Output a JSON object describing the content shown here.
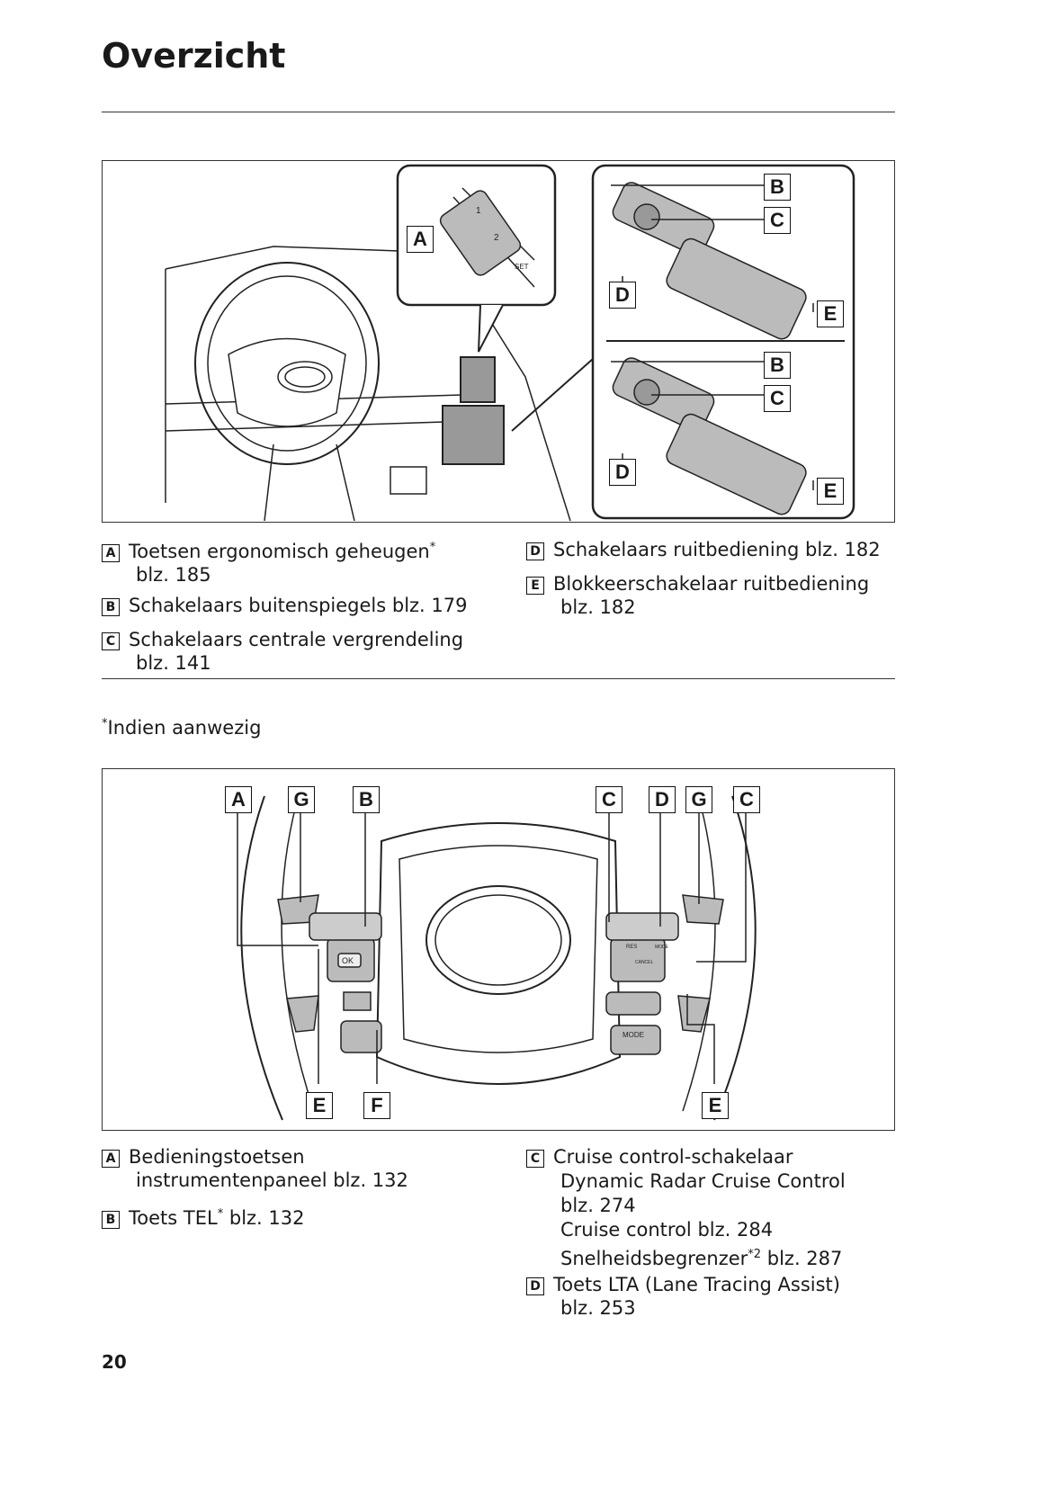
{
  "title": "Overzicht",
  "figure1": {
    "labels": [
      "A",
      "B",
      "C",
      "D",
      "E",
      "B",
      "C",
      "D",
      "E"
    ],
    "button_texts": {
      "seat1": "1",
      "seat2": "2",
      "set": "SET"
    }
  },
  "legend1": {
    "left": [
      {
        "key": "A",
        "text": "Toetsen ergonomisch geheugen",
        "sup": "*",
        "line2": "blz. 185"
      },
      {
        "key": "B",
        "text": "Schakelaars buitenspiegels blz. 179"
      },
      {
        "key": "C",
        "text": "Schakelaars centrale vergrendeling",
        "line2": "blz. 141"
      }
    ],
    "right": [
      {
        "key": "D",
        "text": "Schakelaars ruitbediening blz. 182"
      },
      {
        "key": "E",
        "text": "Blokkeerschakelaar ruitbediening",
        "line2": "blz. 182"
      }
    ]
  },
  "footnote": {
    "sup": "*",
    "text": "Indien aanwezig"
  },
  "figure2": {
    "labels_top": [
      "A",
      "G",
      "B",
      "C",
      "D",
      "G",
      "C"
    ],
    "labels_bottom": [
      "E",
      "F",
      "E"
    ],
    "button_texts": {
      "ok": "OK",
      "mode": "MODE",
      "res": "RES",
      "cancel": "CANCEL",
      "mode_small": "MODE"
    }
  },
  "legend2": {
    "left": [
      {
        "key": "A",
        "text": "Bedieningstoetsen",
        "line2": "instrumentenpaneel blz. 132"
      },
      {
        "key": "B",
        "text": "Toets TEL",
        "sup": "*",
        "after": " blz. 132"
      }
    ],
    "right": [
      {
        "key": "C",
        "text": "Cruise control-schakelaar",
        "lines": [
          "Dynamic Radar Cruise Control",
          "blz. 274",
          "Cruise control blz. 284"
        ],
        "last": "Snelheidsbegrenzer",
        "last_sup": "*2",
        "last_after": " blz. 287"
      },
      {
        "key": "D",
        "text": "Toets LTA (Lane Tracing Assist)",
        "line2": "blz. 253"
      }
    ]
  },
  "page_number": "20"
}
